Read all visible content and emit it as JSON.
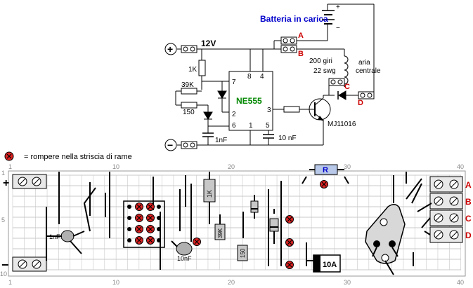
{
  "schematic": {
    "battery_label": "Batteria in carica",
    "supply_label": "12V",
    "chip_label": "NE555",
    "pins": [
      "7",
      "8",
      "4",
      "2",
      "6",
      "1",
      "5",
      "3"
    ],
    "r1": "1K",
    "r2": "39K",
    "r3": "150",
    "c_timing": "1nF",
    "c_control": "10 nF",
    "coil_turns": "200 giri",
    "coil_wire": "22 swg",
    "coil_core_1": "aria",
    "coil_core_2": "centrale",
    "transistor": "MJ11016",
    "plus": "+",
    "minus": "−",
    "terminals": [
      "A",
      "B",
      "C",
      "D"
    ]
  },
  "legend": {
    "text": "= rompere nella striscia di rame",
    "marker_color": "#dd2222"
  },
  "board": {
    "top_ruler": [
      "1",
      "10",
      "20",
      "30",
      "40"
    ],
    "bottom_ruler": [
      "1",
      "10",
      "20",
      "30",
      "40"
    ],
    "left_ruler": [
      "1",
      "5",
      "10"
    ],
    "plus": "+",
    "minus": "−",
    "r_label": "R",
    "r_1k": "1K",
    "r_39k": "39K",
    "r_150": "150",
    "c_1nf": "1nF",
    "c_10nf": "10nF",
    "fuse": "10A",
    "terminals": [
      "A",
      "B",
      "C",
      "D"
    ]
  },
  "colors": {
    "label_blue": "#0000cc",
    "label_red": "#cc0000",
    "chip_green": "#008800",
    "board_grid": "#c8c8c8"
  }
}
